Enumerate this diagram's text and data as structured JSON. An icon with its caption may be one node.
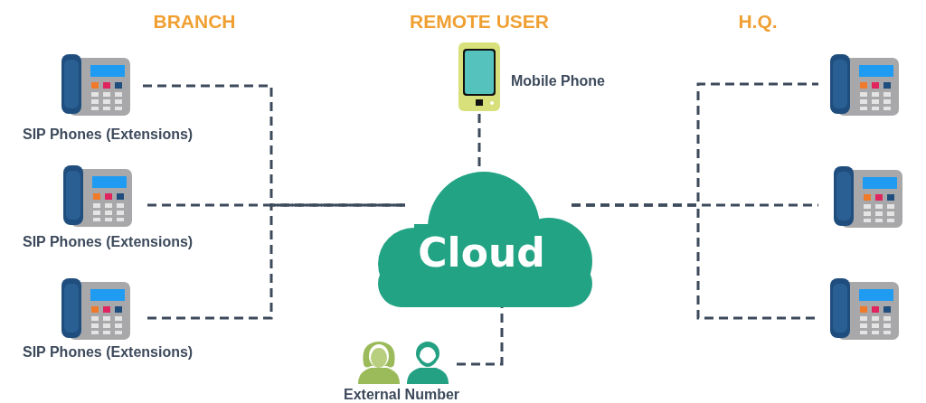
{
  "diagram": {
    "nodes": [
      {
        "text": [
          "Cloud"
        ]
      },
      {
        "text": [],
        "shape": "phone",
        "beside": [
          "SIP Phones (Extensions)"
        ]
      },
      {
        "text": [],
        "shape": "phone",
        "beside": [
          "SIP Phones (Extensions)"
        ]
      },
      {
        "text": [],
        "shape": "phone",
        "beside": [
          "SIP Phones (Extensions)"
        ]
      },
      {
        "text": [],
        "shape": "phone",
        "beside": [
          "Mobile Phone"
        ]
      },
      {
        "text": [],
        "shape": "person",
        "beside": [
          "External Number"
        ]
      },
      {
        "text": [],
        "shape": "phone"
      },
      {
        "text": [],
        "shape": "phone"
      },
      {
        "text": [],
        "shape": "phone"
      }
    ],
    "edges": [
      {
        "from": 1,
        "to": 0,
        "arrow": "none",
        "style": "dashed"
      },
      {
        "from": 2,
        "to": 0,
        "arrow": "none",
        "style": "dashed"
      },
      {
        "from": 3,
        "to": 0,
        "arrow": "none",
        "style": "dashed"
      },
      {
        "from": 4,
        "to": 0,
        "arrow": "none",
        "style": "dashed"
      },
      {
        "from": 5,
        "to": 0,
        "arrow": "none",
        "style": "dashed"
      },
      {
        "from": 0,
        "to": 6,
        "arrow": "none",
        "style": "dashed"
      },
      {
        "from": 0,
        "to": 7,
        "arrow": "none",
        "style": "dashed"
      },
      {
        "from": 0,
        "to": 8,
        "arrow": "none",
        "style": "dashed"
      }
    ],
    "labels": [
      "BRANCH",
      "REMOTE USER",
      "H.Q."
    ]
  }
}
